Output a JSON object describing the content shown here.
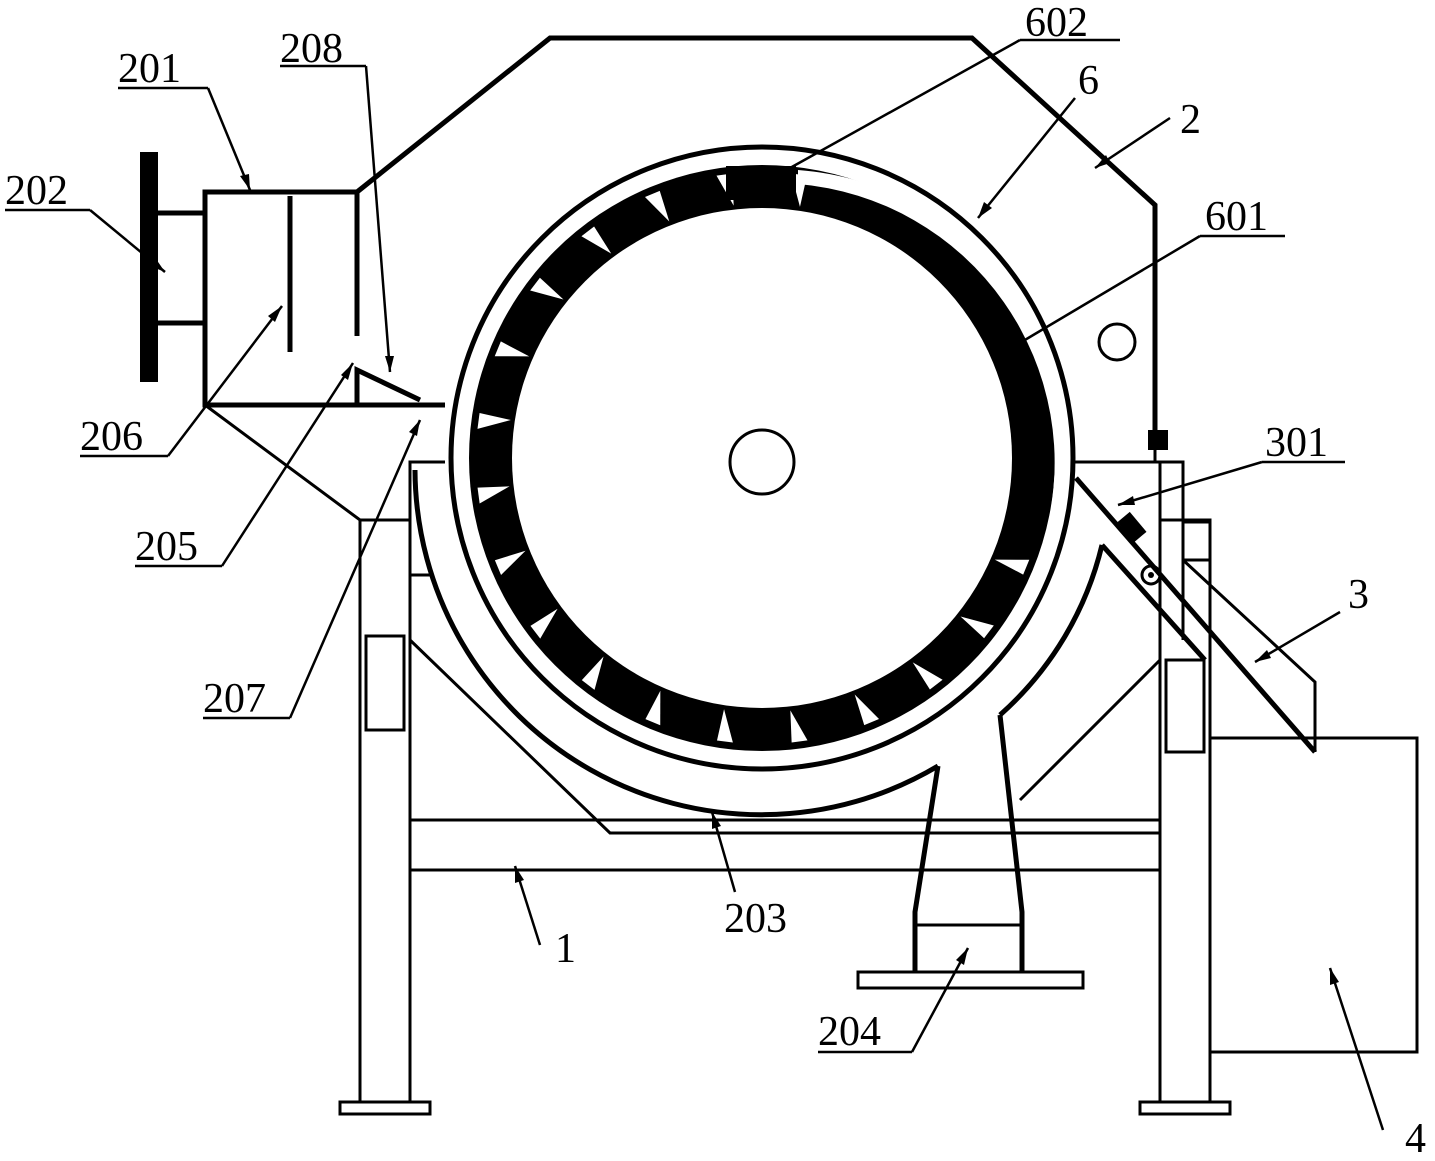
{
  "labels": {
    "l602": "602",
    "l6": "6",
    "l2": "2",
    "l601": "601",
    "l201": "201",
    "l208": "208",
    "l202": "202",
    "l206": "206",
    "l205": "205",
    "l207": "207",
    "l301": "301",
    "l3": "3",
    "l203": "203",
    "l1": "1",
    "l204": "204",
    "l4": "4"
  },
  "drum": {
    "blade_count": 24
  },
  "colors": {
    "line": "#000000",
    "background": "#ffffff"
  }
}
